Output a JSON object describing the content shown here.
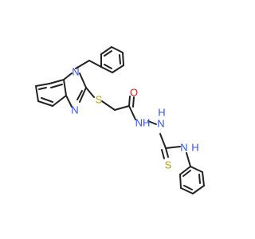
{
  "molecule": {
    "atoms": {
      "n1": "N",
      "n3": "N",
      "s_thio": "S",
      "o_carbonyl": "O",
      "nh_a": "NH",
      "nh_b": "H",
      "nh_b_n": "N",
      "s_thione": "S",
      "nh_c": "N",
      "nh_c_h": "H"
    },
    "colors": {
      "nitrogen": "#3050f8",
      "oxygen": "#ff0d0d",
      "sulfur": "#b8a000",
      "bond": "#222222"
    }
  }
}
